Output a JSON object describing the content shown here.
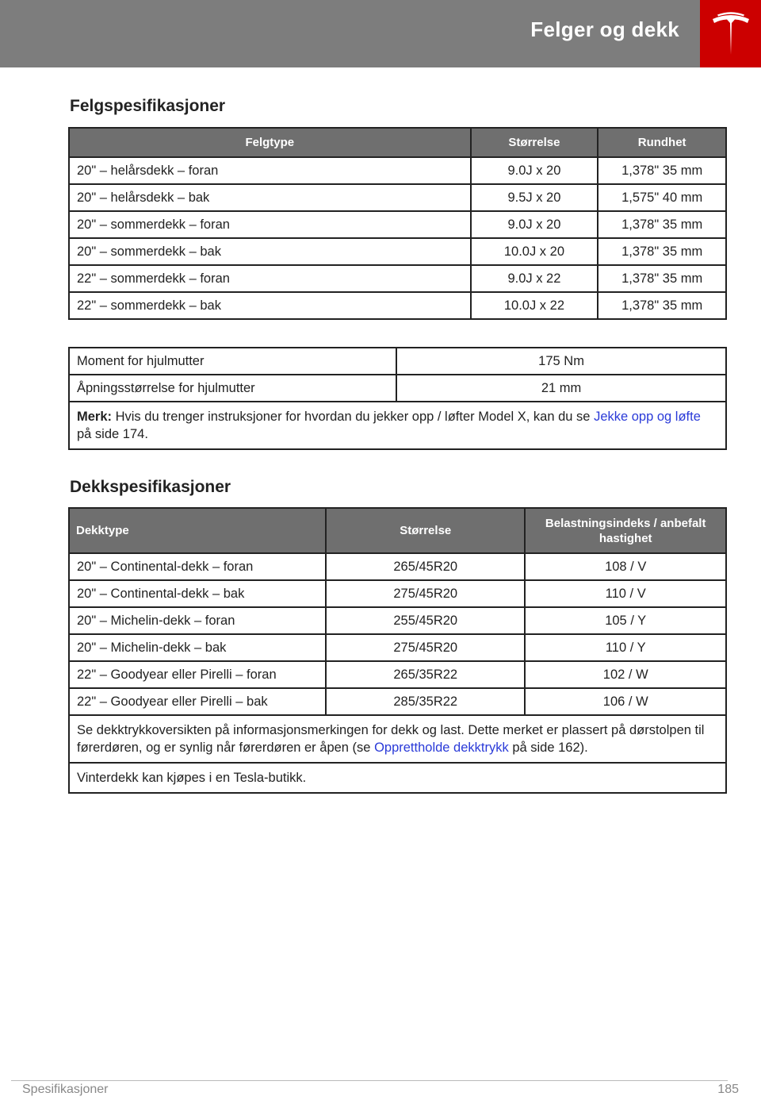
{
  "header": {
    "title": "Felger og dekk"
  },
  "rims": {
    "title": "Felgspesifikasjoner",
    "columns": [
      "Felgtype",
      "Størrelse",
      "Rundhet"
    ],
    "rows": [
      [
        "20\" – helårsdekk – foran",
        "9.0J x 20",
        "1,378\" 35 mm"
      ],
      [
        "20\" – helårsdekk – bak",
        "9.5J x 20",
        "1,575\" 40 mm"
      ],
      [
        "20\" – sommerdekk – foran",
        "9.0J x 20",
        "1,378\" 35 mm"
      ],
      [
        "20\" – sommerdekk – bak",
        "10.0J x 20",
        "1,378\" 35 mm"
      ],
      [
        "22\" – sommerdekk – foran",
        "9.0J x 22",
        "1,378\" 35 mm"
      ],
      [
        "22\" – sommerdekk – bak",
        "10.0J x 22",
        "1,378\" 35 mm"
      ]
    ]
  },
  "lugs": {
    "rows": [
      [
        "Moment for hjulmutter",
        "175 Nm"
      ],
      [
        "Åpningsstørrelse for hjulmutter",
        "21 mm"
      ]
    ],
    "note_label": "Merk:",
    "note_text": " Hvis du trenger instruksjoner for hvordan du jekker opp / løfter Model X, kan du se ",
    "note_link": "Jekke opp og løfte",
    "note_suffix": " på side 174."
  },
  "tires": {
    "title": "Dekkspesifikasjoner",
    "columns": [
      "Dekktype",
      "Størrelse",
      "Belastningsindeks / anbefalt hastighet"
    ],
    "rows": [
      [
        "20\" – Continental-dekk – foran",
        "265/45R20",
        "108 / V"
      ],
      [
        "20\" – Continental-dekk – bak",
        "275/45R20",
        "110 / V"
      ],
      [
        "20\" – Michelin-dekk – foran",
        "255/45R20",
        "105 / Y"
      ],
      [
        "20\" – Michelin-dekk – bak",
        "275/45R20",
        "110 / Y"
      ],
      [
        "22\" – Goodyear eller Pirelli – foran",
        "265/35R22",
        "102 / W"
      ],
      [
        "22\" – Goodyear eller Pirelli – bak",
        "285/35R22",
        "106 / W"
      ]
    ],
    "note1_text": "Se dekktrykkoversikten på informasjonsmerkingen for dekk og last. Dette merket er plassert på dørstolpen til førerdøren, og er synlig når førerdøren er åpen (se ",
    "note1_link": "Opprettholde dekktrykk",
    "note1_suffix": " på side 162).",
    "note2": "Vinterdekk kan kjøpes i en Tesla-butikk."
  },
  "footer": {
    "section": "Spesifikasjoner",
    "page": "185"
  }
}
